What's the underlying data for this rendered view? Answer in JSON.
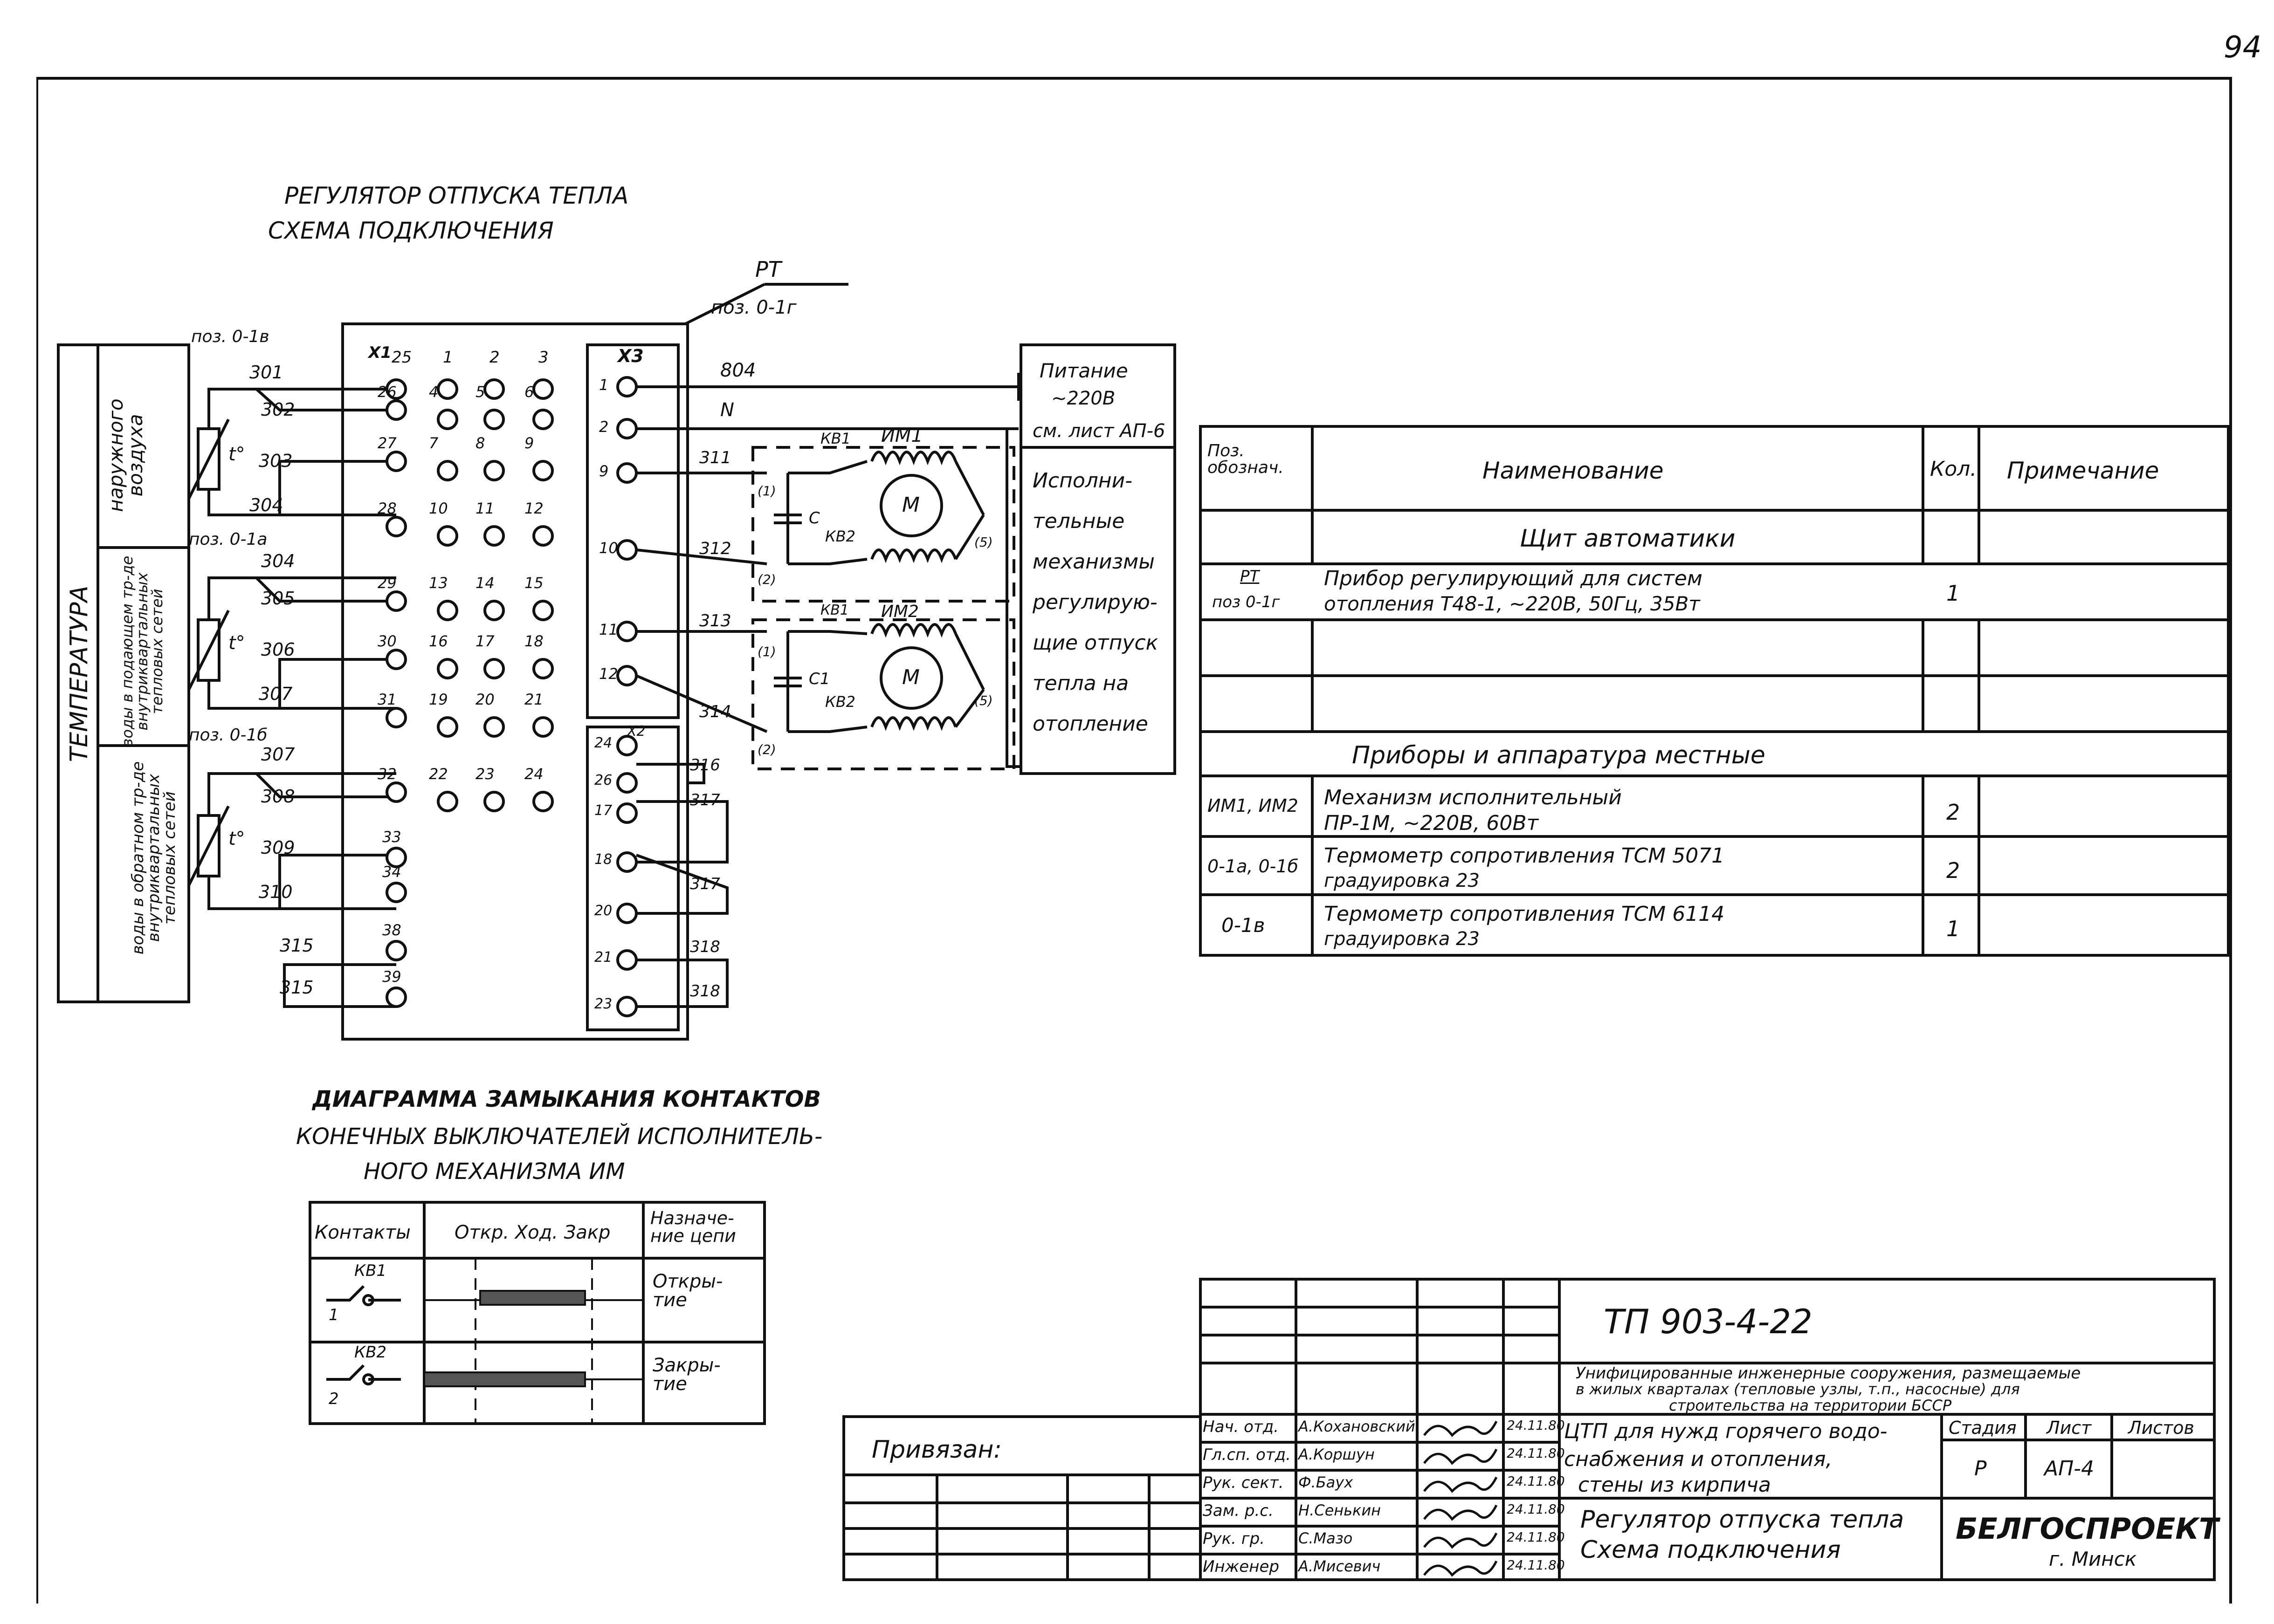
{
  "sheet_number": "94",
  "regulator": {
    "title1": "РЕГУЛЯТОР ОТПУСКА ТЕПЛА",
    "title2": "СХЕМА ПОДКЛЮЧЕНИЯ",
    "device_tag": "РТ",
    "device_pos": "поз. 0-1г",
    "strip_x1": "X1",
    "strip_x3": "X3",
    "strip_x2": "X2",
    "temp_label": "ТЕМПЕРАТУРА",
    "group_outdoor": "наружного воздуха",
    "group_supply": "воды в подающем тр-де внутриквартальных тепловых сетей",
    "group_return": "воды в обратном тр-де внутриквартальных тепловых сетей",
    "pos_1v": "поз. 0-1в",
    "pos_1a": "поз. 0-1а",
    "pos_1b": "поз. 0-1б",
    "t_sym": "t°",
    "power_line1": "Питание",
    "power_line2": "~220В",
    "power_line3": "см. лист АП-6",
    "actuators": [
      "Исполни-",
      "тельные",
      "механизмы",
      "регулирую-",
      "щие отпуск",
      "тепла на",
      "отопление"
    ],
    "wire_804": "804",
    "wire_N": "N",
    "km1": "ИМ1",
    "km2": "ИМ2",
    "kv1": "КВ1",
    "kv2": "КВ2",
    "motor": "M",
    "cap1": "C",
    "cap2": "C1",
    "m_t1": "(1)",
    "m_t2": "(2)",
    "m_t5": "(5)",
    "left_wires": [
      "301",
      "302",
      "303",
      "304",
      "304",
      "305",
      "306",
      "307",
      "307",
      "308",
      "309",
      "310",
      "315",
      "315"
    ],
    "x1_top": [
      "25",
      "1",
      "2",
      "3"
    ],
    "x1_rows": [
      [
        "26",
        "4",
        "5",
        "6"
      ],
      [
        "27",
        "7",
        "8",
        "9"
      ],
      [
        "28",
        "10",
        "11",
        "12"
      ],
      [
        "29",
        "13",
        "14",
        "15"
      ],
      [
        "30",
        "16",
        "17",
        "18"
      ],
      [
        "31",
        "19",
        "20",
        "21"
      ],
      [
        "32",
        "22",
        "23",
        "24"
      ]
    ],
    "x1_lower": [
      "33",
      "34",
      "38",
      "39"
    ],
    "x3_terms": [
      "1",
      "2",
      "9",
      "10",
      "11",
      "12"
    ],
    "x3_wires": [
      "311",
      "312",
      "313",
      "314"
    ],
    "x2_terms": [
      "24",
      "26",
      "17",
      "18",
      "20",
      "21",
      "23"
    ],
    "x2_wires": [
      "316",
      "317",
      "317",
      "318",
      "318"
    ]
  },
  "spec_table": {
    "headers": [
      "Поз. обознач.",
      "Наименование",
      "Кол.",
      "Примечание"
    ],
    "section1": "Щит автоматики",
    "row1": {
      "pos": "РТ",
      "pos2": "поз 0-1г",
      "name": "Прибор регулирующий для систем",
      "name2": "отопления Т48-1, ~220В, 50Гц, 35Вт",
      "qty": "1"
    },
    "section2": "Приборы и аппаратура местные",
    "row2": {
      "pos": "ИМ1, ИМ2",
      "name": "Механизм исполнительный",
      "name2": "ПР-1М, ~220В, 60Вт",
      "qty": "2"
    },
    "row3": {
      "pos": "0-1а, 0-1б",
      "name": "Термометр сопротивления ТСМ 5071",
      "name2": "градуировка 23",
      "qty": "2"
    },
    "row4": {
      "pos": "0-1в",
      "name": "Термометр сопротивления ТСМ 6114",
      "name2": "градуировка 23",
      "qty": "1"
    }
  },
  "contact_diagram": {
    "title1": "ДИАГРАММА ЗАМЫКАНИЯ КОНТАКТОВ",
    "title2": "КОНЕЧНЫХ ВЫКЛЮЧАТЕЛЕЙ ИСПОЛНИТЕЛЬ-",
    "title3": "НОГО МЕХАНИЗМА ИМ",
    "headers": [
      "Контакты",
      "Откр. Ход. Закр",
      "Назначе-ние цепи"
    ],
    "row1": {
      "contact": "КВ1",
      "purpose": "Откры-тие",
      "n1": "1"
    },
    "row2": {
      "contact": "КВ2",
      "purpose": "Закры-тие",
      "n1": "2"
    }
  },
  "title_block": {
    "doc_code": "ТП 903-4-22",
    "project1": "Унифицированные инженерные сооружения, размещаемые",
    "project2": "в жилых кварталах (тепловые узлы, т.п., насосные) для",
    "project3": "строительства на территории БССР",
    "object1": "ЦТП для нужд горячего водо-",
    "object2": "снабжения и отопления,",
    "object3": "стены из кирпича",
    "sheet_title1": "Регулятор отпуска тепла",
    "sheet_title2": "Схема подключения",
    "stage_h": "Стадия",
    "sheet_h": "Лист",
    "sheets_h": "Листов",
    "stage": "Р",
    "sheet": "АП-4",
    "org1": "БЕЛГОСПРОЕКТ",
    "org2": "г. Минск",
    "bound": "Привязан:",
    "staff": [
      {
        "role": "Нач. отд.",
        "name": "А.Кохановский",
        "date": "24.11.80"
      },
      {
        "role": "Гл.сп. отд.",
        "name": "А.Коршун",
        "date": "24.11.80"
      },
      {
        "role": "Рук. сект.",
        "name": "Ф.Баух",
        "date": "24.11.80"
      },
      {
        "role": "Зам. р.с.",
        "name": "Н.Сенькин",
        "date": "24.11.80"
      },
      {
        "role": "Рук. гр.",
        "name": "С.Мазо",
        "date": "24.11.80"
      },
      {
        "role": "Инженер",
        "name": "А.Мисевич",
        "date": "24.11.80"
      }
    ]
  }
}
